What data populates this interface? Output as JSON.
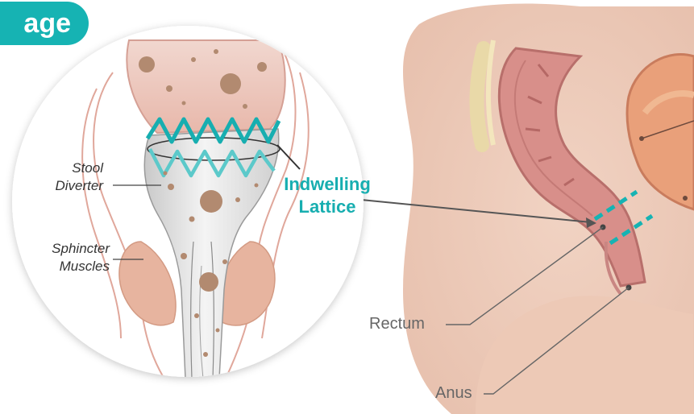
{
  "heading_fragment": "age",
  "labels": {
    "stool_diverter_line1": "Stool",
    "stool_diverter_line2": "Diverter",
    "sphincter_line1": "Sphincter",
    "sphincter_line2": "Muscles",
    "lattice_line1": "Indwelling",
    "lattice_line2": "Lattice",
    "rectum": "Rectum",
    "anus": "Anus"
  },
  "colors": {
    "accent_teal": "#16b3b3",
    "tissue_pink": "#e8b5a6",
    "muscle_peach": "#e7b49f",
    "stool_dot": "#b28a70",
    "label_gray": "#666666"
  }
}
